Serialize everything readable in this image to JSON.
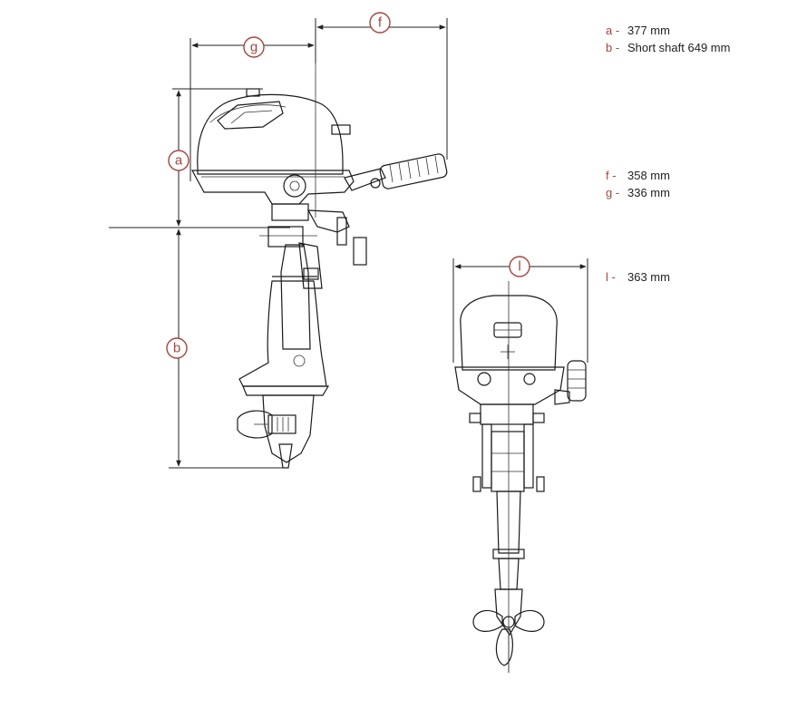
{
  "labels": {
    "a": "a",
    "b": "b",
    "f": "f",
    "g": "g",
    "l": "l"
  },
  "legend": [
    {
      "key": "a -",
      "value": "377 mm"
    },
    {
      "key": "b -",
      "value": "Short shaft 649 mm"
    },
    {
      "key": "f -",
      "value": "358 mm"
    },
    {
      "key": "g -",
      "value": "336 mm"
    },
    {
      "key": "l -",
      "value": "363 mm"
    }
  ],
  "colors": {
    "accent": "#a8443a",
    "ink": "#1a1a1a"
  }
}
